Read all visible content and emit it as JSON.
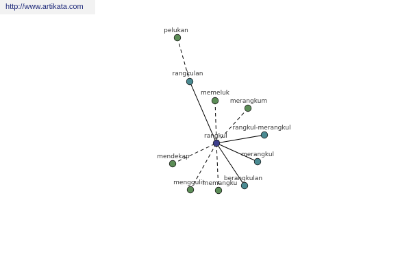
{
  "site": {
    "url_text": "http://www.artikata.com"
  },
  "colors": {
    "center": "#3d3f8c",
    "green": "#5c8d57",
    "teal": "#4a8a92",
    "edge": "#000000"
  },
  "graph": {
    "center_id": "rangkul",
    "nodes": [
      {
        "id": "rangkul",
        "label": "rangkul",
        "color": "center"
      },
      {
        "id": "pelukan",
        "label": "pelukan",
        "color": "green"
      },
      {
        "id": "rangkulan",
        "label": "rangkulan",
        "color": "teal"
      },
      {
        "id": "memeluk",
        "label": "memeluk",
        "color": "green"
      },
      {
        "id": "merangkum",
        "label": "merangkum",
        "color": "green"
      },
      {
        "id": "rangkul-merangkul",
        "label": "rangkul-merangkul",
        "color": "teal"
      },
      {
        "id": "merangkul",
        "label": "merangkul",
        "color": "teal"
      },
      {
        "id": "berangkulan",
        "label": "berangkulan",
        "color": "teal"
      },
      {
        "id": "memangku",
        "label": "memangku",
        "color": "green"
      },
      {
        "id": "menggulit",
        "label": "menggulit",
        "color": "green"
      },
      {
        "id": "mendekap",
        "label": "mendekap",
        "color": "green"
      }
    ],
    "edges": [
      {
        "from": "pelukan",
        "to": "rangkulan",
        "style": "dashed"
      },
      {
        "from": "rangkulan",
        "to": "rangkul",
        "style": "solid"
      },
      {
        "from": "memeluk",
        "to": "rangkul",
        "style": "dashed"
      },
      {
        "from": "merangkum",
        "to": "rangkul",
        "style": "dashed"
      },
      {
        "from": "rangkul-merangkul",
        "to": "rangkul",
        "style": "solid"
      },
      {
        "from": "merangkul",
        "to": "rangkul",
        "style": "solid"
      },
      {
        "from": "berangkulan",
        "to": "rangkul",
        "style": "solid"
      },
      {
        "from": "memangku",
        "to": "rangkul",
        "style": "dashed"
      },
      {
        "from": "menggulit",
        "to": "rangkul",
        "style": "dashed"
      },
      {
        "from": "mendekap",
        "to": "rangkul",
        "style": "dashed"
      }
    ]
  }
}
